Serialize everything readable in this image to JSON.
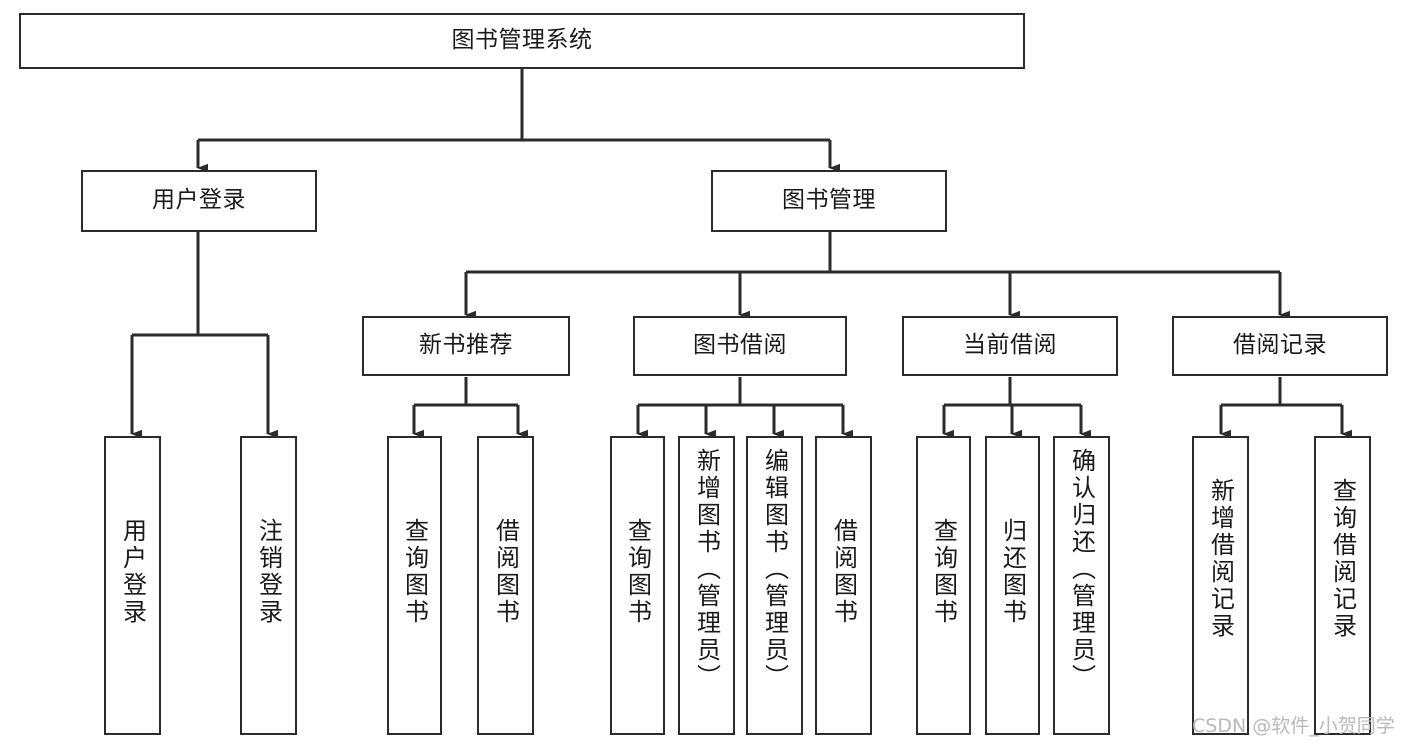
{
  "diagram": {
    "type": "tree-hierarchy-chart",
    "title": "图书管理系统",
    "orientation": "top-down",
    "line_color": "#2b2b2b",
    "box_fill": "#ffffff",
    "text_color": "#1a1a1a",
    "watermark": "CSDN @软件_小贺同学"
  },
  "nodes": {
    "root": {
      "label": "图书管理系统",
      "level": 1
    },
    "level2": [
      {
        "id": "user-login",
        "label": "用户登录"
      },
      {
        "id": "book-manage",
        "label": "图书管理"
      }
    ],
    "level3": [
      {
        "id": "new-book-recommend",
        "label": "新书推荐",
        "parent": "book-manage"
      },
      {
        "id": "book-borrow",
        "label": "图书借阅",
        "parent": "book-manage"
      },
      {
        "id": "current-borrow",
        "label": "当前借阅",
        "parent": "book-manage"
      },
      {
        "id": "borrow-record",
        "label": "借阅记录",
        "parent": "book-manage"
      }
    ],
    "leaves": [
      {
        "id": "leaf-user-login",
        "label": "用户登录",
        "parent": "user-login"
      },
      {
        "id": "leaf-logout-login",
        "label": "注销登录",
        "parent": "user-login"
      },
      {
        "id": "leaf-query-book-1",
        "label": "查询图书",
        "parent": "new-book-recommend"
      },
      {
        "id": "leaf-borrow-book-1",
        "label": "借阅图书",
        "parent": "new-book-recommend"
      },
      {
        "id": "leaf-query-book-2",
        "label": "查询图书",
        "parent": "book-borrow"
      },
      {
        "id": "leaf-add-book",
        "label": "新增图书（管理员）",
        "parent": "book-borrow"
      },
      {
        "id": "leaf-edit-book",
        "label": "编辑图书（管理员）",
        "parent": "book-borrow"
      },
      {
        "id": "leaf-borrow-book-2",
        "label": "借阅图书",
        "parent": "book-borrow"
      },
      {
        "id": "leaf-query-book-3",
        "label": "查询图书",
        "parent": "current-borrow"
      },
      {
        "id": "leaf-return-book",
        "label": "归还图书",
        "parent": "current-borrow"
      },
      {
        "id": "leaf-confirm-return",
        "label": "确认归还（管理员）",
        "parent": "current-borrow"
      },
      {
        "id": "leaf-add-record",
        "label": "新增借阅记录",
        "parent": "borrow-record"
      },
      {
        "id": "leaf-query-record",
        "label": "查询借阅记录",
        "parent": "borrow-record"
      }
    ]
  }
}
